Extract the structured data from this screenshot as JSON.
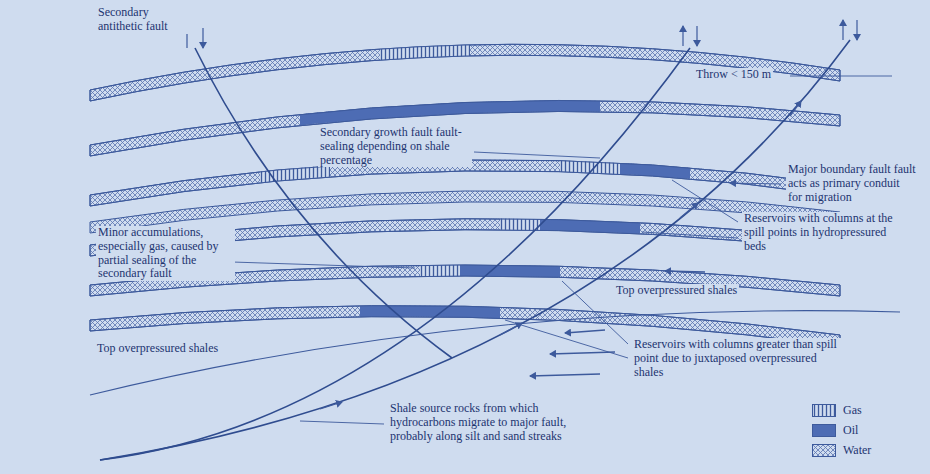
{
  "diagram": {
    "labels": [
      "Secondary antithetic fault",
      "Throw < 150 m",
      "Secondary growth fault fault-sealing depending on shale percentage",
      "Major boundary fault fault acts as primary conduit for migration",
      "Reservoirs with columns at the spill points in hydropressured beds",
      "Minor accumulations, especially gas, caused by partial sealing of the secondary fault",
      "Top overpressured shales",
      "Reservoirs with columns greater than spill point due to juxtaposed overpressured shales",
      "Top overpressured shales",
      "Shale source rocks from which hydrocarbons migrate to major fault, probably along silt and sand streaks"
    ],
    "legend": [
      {
        "text": "Gas"
      },
      {
        "text": "Oil",
        "color": "#4d6cb4"
      },
      {
        "text": "Water"
      }
    ]
  }
}
